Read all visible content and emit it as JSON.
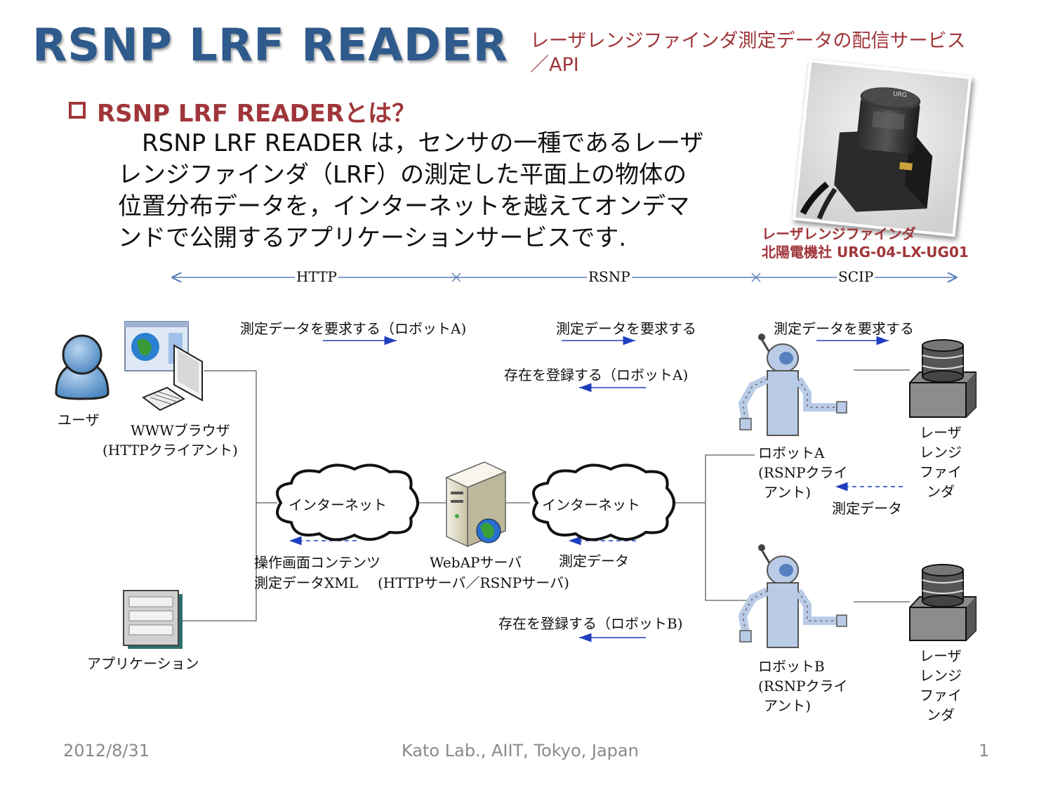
{
  "header": {
    "title": "RSNP LRF READER",
    "subtitle_line1": "レーザレンジファインダ測定データの配信サービス",
    "subtitle_line2": "／API"
  },
  "section": {
    "heading": "RSNP LRF READERとは？",
    "description_lines": [
      "　RSNP LRF READER は，センサの一種であるレーザ",
      "レンジファインダ（LRF）の測定した平面上の物体の",
      "位置分布データを，インターネットを越えてオンデマ",
      "ンドで公開するアプリケーションサービスです."
    ]
  },
  "photo": {
    "caption_line1": "レーザレンジファインダ",
    "caption_line2": "北陽電機社 URG-04-LX-UG01",
    "device_badge": "URG"
  },
  "protocols": [
    "HTTP",
    "RSNP",
    "SCIP"
  ],
  "diagram": {
    "user_label": "ユーザ",
    "browser_label1": "WWWブラウザ",
    "browser_label2": "(HTTPクライアント)",
    "application_label": "アプリケーション",
    "internet_label1": "インターネット",
    "internet_label2": "インターネット",
    "server_label1": "WebAPサーバ",
    "server_label2": "(HTTPサーバ／RSNPサーバ)",
    "msg_request_a": "測定データを要求する（ロボットA)",
    "msg_request_mid": "測定データを要求する",
    "msg_request_right": "測定データを要求する",
    "msg_register_a": "存在を登録する（ロボットA)",
    "msg_register_b": "存在を登録する（ロボットB)",
    "content_label1": "操作画面コンテンツ",
    "content_label2": "測定データXML",
    "measure_mid": "測定データ",
    "measure_right": "測定データ",
    "robot_a_lines": [
      "ロボットA",
      "(RSNPクライ",
      "アント)"
    ],
    "robot_b_lines": [
      "ロボットB",
      "(RSNPクライ",
      "アント)"
    ],
    "lrf_a_lines": [
      "レーザ",
      "レンジ",
      "ファイ",
      "ンダ"
    ],
    "lrf_b_lines": [
      "レーザ",
      "レンジ",
      "ファイ",
      "ンダ"
    ]
  },
  "footer": {
    "date": "2012/8/31",
    "org": "Kato Lab., AIIT, Tokyo, Japan",
    "page": "1"
  },
  "colors": {
    "title": "#2e5a8c",
    "accent": "#a0363a",
    "arrow": "#1f3fbf",
    "robot": "#b9cbe6"
  }
}
